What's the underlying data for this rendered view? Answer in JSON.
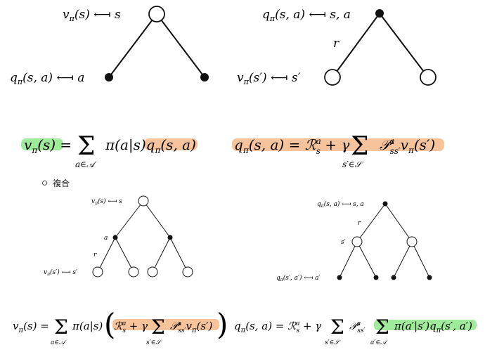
{
  "diagrams": {
    "top_left": {
      "root_label": "v_π(s) ⟻ s",
      "leaf_label": "q_π(s,a) ⟻ a"
    },
    "top_right": {
      "root_label": "q_π(s,a) ⟻ s,a",
      "edge_label": "r",
      "leaf_label": "v_π(s′) ⟻ s′"
    },
    "bottom_left": {
      "root_label": "v_π(s) ⟻ s",
      "mid_label": "a",
      "edge_label": "r",
      "leaf_label": "v_π(s′) ⟻ s′"
    },
    "bottom_right": {
      "root_label": "q_π(s,a) ⟻ s,a",
      "edge_label": "r",
      "mid_label": "s′",
      "leaf_label": "q_π(s′,a′) ⟻ a′"
    }
  },
  "equations": {
    "v_bellman": "v_π(s) = Σ_{a∈A} π(a|s) q_π(s,a)",
    "q_bellman": "q_π(s,a) = R_s^a + γ Σ_{s′∈S} P_{ss′}^a v_π(s′)",
    "v_composite": "v_π(s) = Σ_{a∈A} π(a|s) ( R_s^a + γ Σ_{s′∈S} P_{ss′}^a v_π(s′) )",
    "q_composite": "q_π(s,a) = R_s^a + γ Σ_{s′∈S} P_{ss′}^a Σ_{a′∈A} π(a′|s′) q_π(s′,a′)"
  },
  "bullet": {
    "text": "複合"
  },
  "highlight_colors": {
    "green": "#8ee68a",
    "orange": "#f6b98a"
  }
}
